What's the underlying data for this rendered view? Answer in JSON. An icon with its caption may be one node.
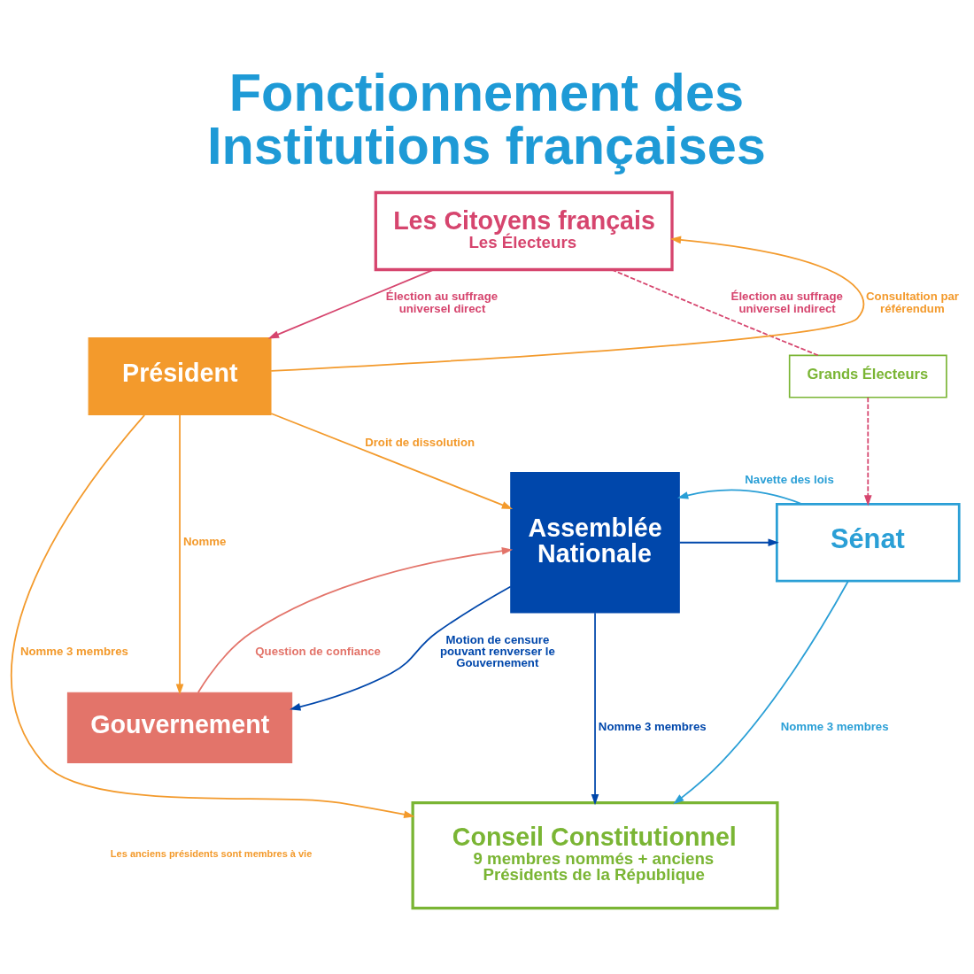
{
  "diagram": {
    "title": "Fonctionnement des Institutions françaises",
    "nodes": [
      {
        "text": [
          "Les Citoyens français",
          "Les Électeurs"
        ]
      },
      {
        "text": [
          "Président"
        ]
      },
      {
        "text": [
          "Grands Électeurs"
        ]
      },
      {
        "text": [
          "Assemblée Nationale"
        ]
      },
      {
        "text": [
          "Sénat"
        ]
      },
      {
        "text": [
          "Gouvernement"
        ]
      },
      {
        "text": [
          "Conseil Constitutionnel",
          "9 membres nommés + anciens Présidents de la République"
        ]
      }
    ],
    "edges": [
      {
        "from": 1,
        "to": 0,
        "arrow": "to",
        "label": "Consultation par référendum"
      },
      {
        "from": 0,
        "to": 1,
        "arrow": "to",
        "label": "Élection au suffrage universel direct",
        "color": "#d6456e"
      },
      {
        "from": 0,
        "to": 2,
        "arrow": "none",
        "label": "Élection au suffrage universel indirect",
        "style": "dashed",
        "color": "#d6456e"
      },
      {
        "from": 2,
        "to": 4,
        "arrow": "to",
        "style": "dashed",
        "color": "#d6456e"
      },
      {
        "from": 1,
        "to": 3,
        "arrow": "to",
        "label": "Droit de dissolution"
      },
      {
        "from": 1,
        "to": 5,
        "arrow": "to",
        "label": "Nomme"
      },
      {
        "from": 5,
        "to": 3,
        "arrow": "to",
        "label": "Question de confiance",
        "color": "#e3746a"
      },
      {
        "from": 3,
        "to": 5,
        "arrow": "to",
        "label": "Motion de censure pouvant renverser le Gouvernement",
        "color": "#0047ab"
      },
      {
        "from": 3,
        "to": 4,
        "arrow": "to",
        "color": "#0047ab"
      },
      {
        "from": 4,
        "to": 3,
        "arrow": "to",
        "label": "Navette des lois",
        "color": "#2a9fd6"
      },
      {
        "from": 3,
        "to": 6,
        "arrow": "to",
        "label": "Nomme 3 membres",
        "color": "#0047ab"
      },
      {
        "from": 4,
        "to": 6,
        "arrow": "to",
        "label": "Nomme 3 membres",
        "color": "#2a9fd6"
      },
      {
        "from": 1,
        "to": 6,
        "arrow": "to",
        "label": "Nomme 3 membres"
      }
    ],
    "labels": [
      "Les anciens présidents sont membres à vie"
    ]
  }
}
